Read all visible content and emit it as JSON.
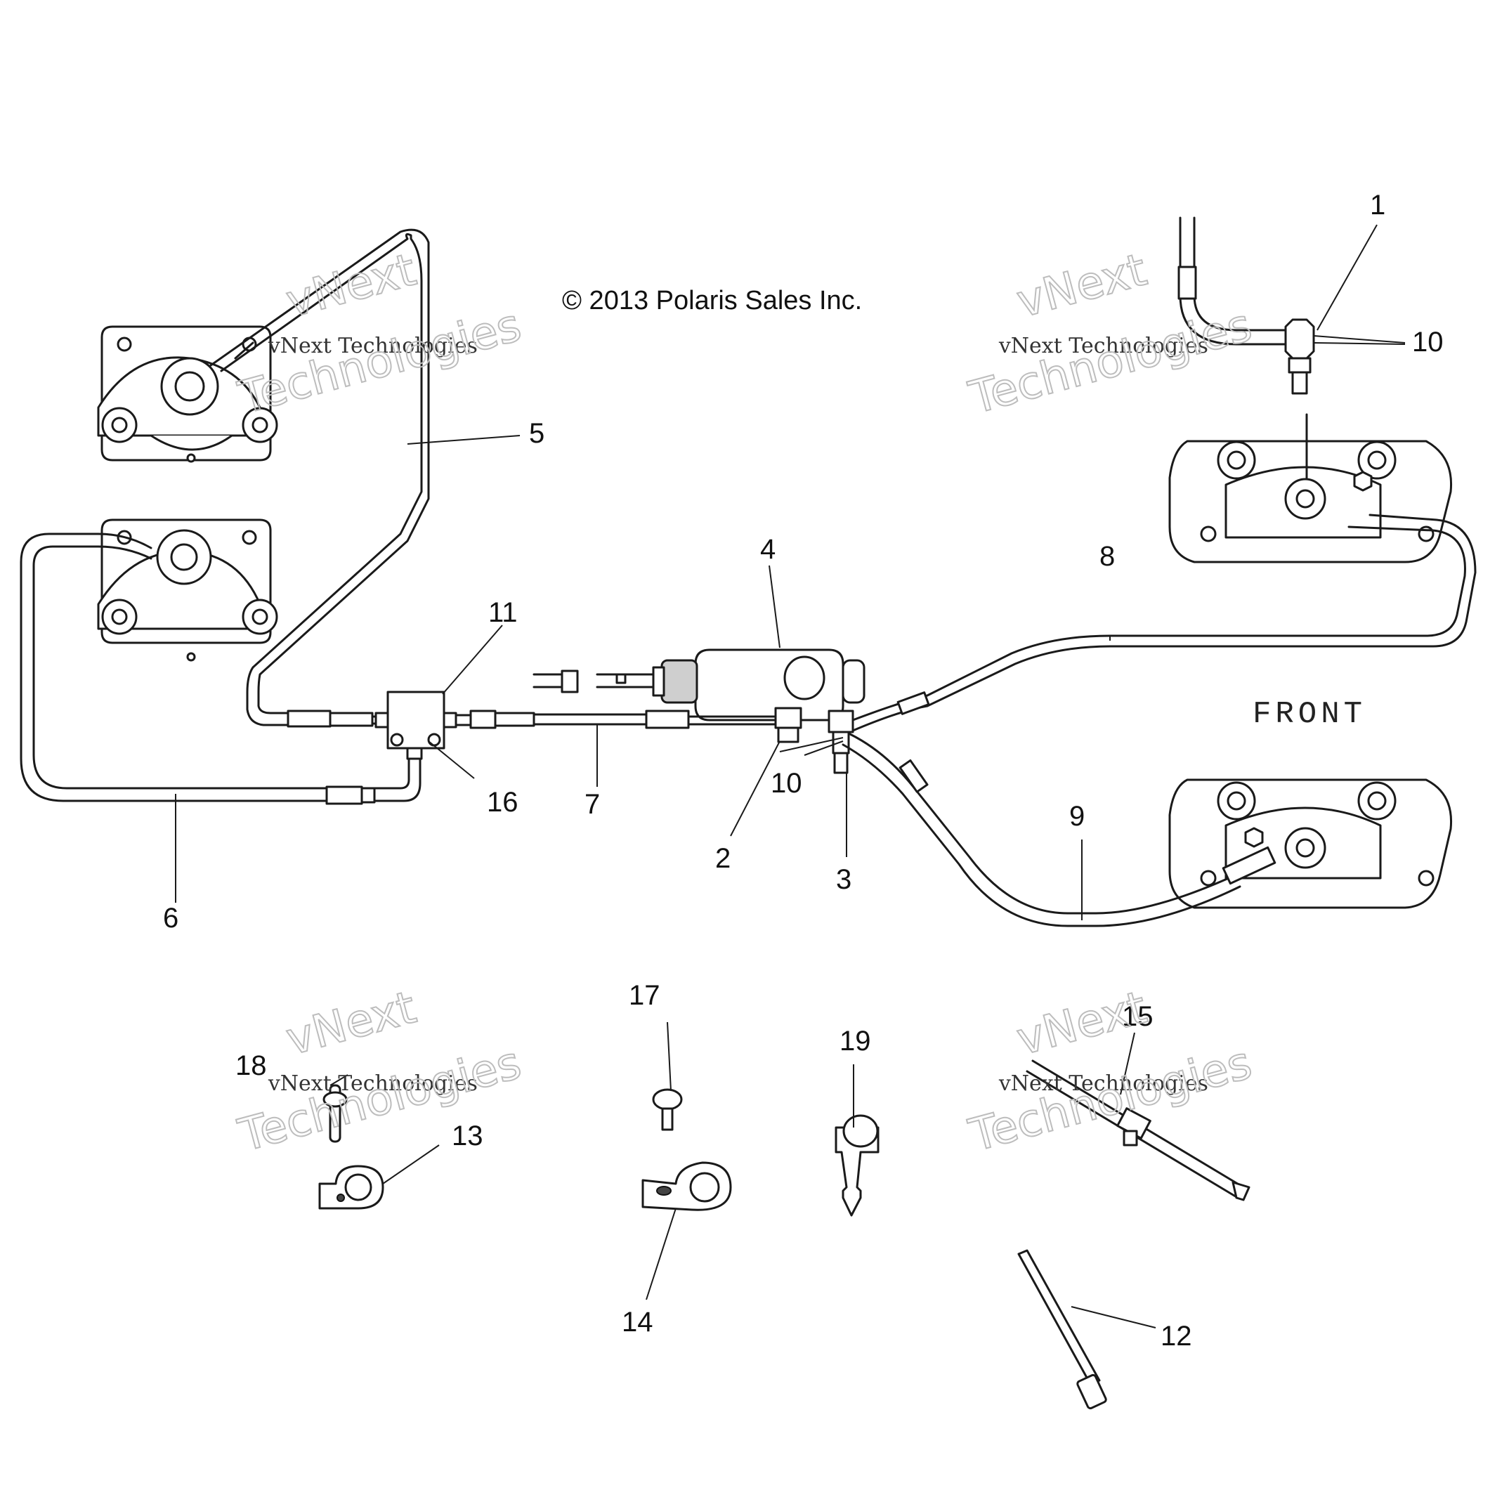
{
  "copyright": "© 2013 Polaris Sales Inc.",
  "front_label": "FRONT",
  "watermark": {
    "brand": "vNext",
    "word": "Technologies",
    "full": "vNext Technologies"
  },
  "callouts": [
    "1",
    "2",
    "3",
    "4",
    "5",
    "6",
    "7",
    "8",
    "9",
    "10",
    "10",
    "11",
    "12",
    "13",
    "14",
    "15",
    "16",
    "17",
    "18",
    "19"
  ],
  "colors": {
    "line": "#1a1a1a",
    "background": "#ffffff"
  }
}
